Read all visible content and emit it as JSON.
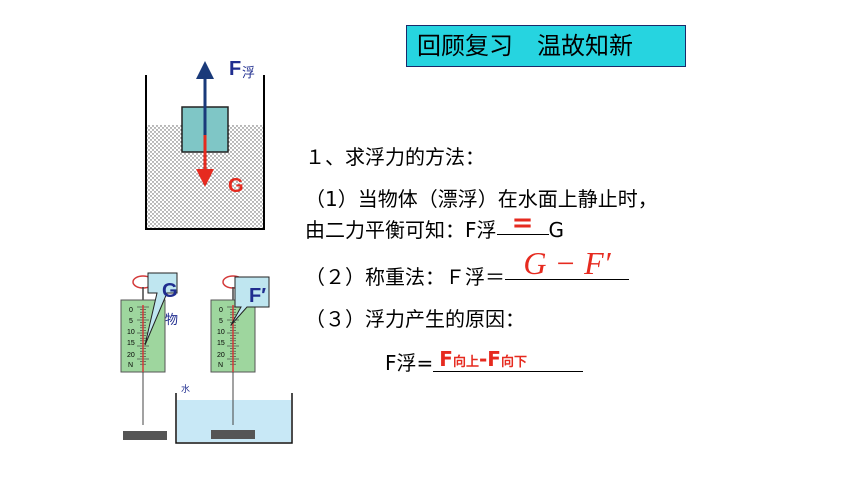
{
  "title": "回顾复习　温故知新",
  "diagram1": {
    "force_up_label": "F",
    "force_up_sub": "浮",
    "force_down_label": "G"
  },
  "diagram2": {
    "left_label": "G",
    "left_sub": "物",
    "right_label": "F′",
    "water_label": "水",
    "scale_ticks": [
      "0",
      "5",
      "10",
      "15",
      "20",
      "N"
    ]
  },
  "content": {
    "heading": "１、求浮力的方法：",
    "item1_line1": "（1）当物体（漂浮）在水面上静止时，",
    "item1_line2_prefix": "由二力平衡可知：F浮",
    "item1_answer": "=",
    "item1_line2_suffix": "G",
    "item2_prefix": "（２）称重法：Ｆ浮＝",
    "item2_answer": "G − F′",
    "item3": "（３）浮力产生的原因：",
    "formula_prefix": "F浮=",
    "formula_f1": "F",
    "formula_f1_sub": "向上",
    "formula_minus": "-",
    "formula_f2": "F",
    "formula_f2_sub": "向下"
  }
}
